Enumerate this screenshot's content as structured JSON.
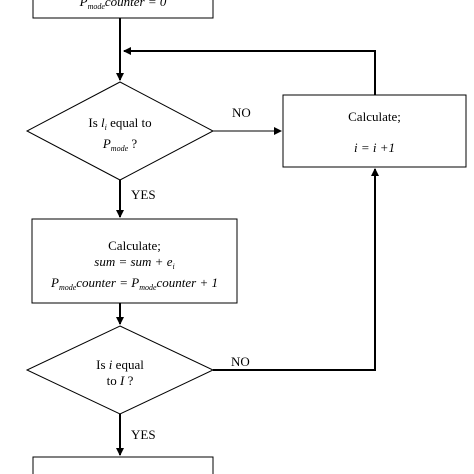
{
  "colors": {
    "stroke": "#000000",
    "background": "#ffffff"
  },
  "nodes": {
    "init": {
      "line": {
        "var": "P",
        "sub": "mode",
        "rest": "counter = 0"
      }
    },
    "decision_li": {
      "line1_pre": "Is ",
      "line1_var": "l",
      "line1_sub": "i",
      "line1_post": " equal to",
      "line2_var": "P",
      "line2_sub": "mode",
      "line2_post": " ?"
    },
    "calc_i": {
      "title": "Calculate;",
      "expr": "i = i +1"
    },
    "calc_sum": {
      "title": "Calculate;",
      "sum_line": {
        "lhs": "sum = sum + e",
        "sub": "i"
      },
      "counter_line": {
        "p1": "P",
        "s1": "mode",
        "m1": "counter = ",
        "p2": "P",
        "s2": "mode",
        "m2": "counter + 1"
      }
    },
    "decision_I": {
      "line1_pre": "Is ",
      "line1_var": "i",
      "line1_post": " equal",
      "line2_pre": "to ",
      "line2_var": "I",
      "line2_post": " ?"
    }
  },
  "edges": {
    "no_top": "NO",
    "yes_top": "YES",
    "no_bottom": "NO",
    "yes_bottom": "YES"
  }
}
